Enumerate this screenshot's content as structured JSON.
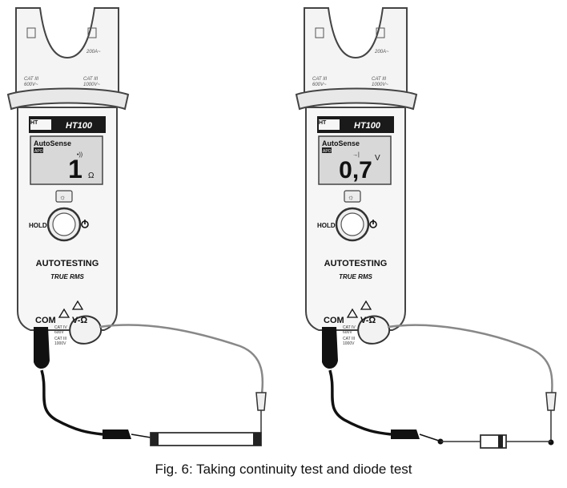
{
  "meters": [
    {
      "brand": "HT",
      "model": "HT100",
      "display": {
        "mode": "AutoSense",
        "apo": "APO",
        "annunciator": "•))",
        "reading": "1",
        "unit": "Ω"
      },
      "hold_label": "HOLD",
      "autotesting_label": "AUTOTESTING",
      "true_rms_label": "TRUE RMS",
      "com_label": "COM",
      "vohm_label": "V-Ω",
      "cat_jaw_left": [
        "CAT III",
        "600V~"
      ],
      "cat_jaw_right": [
        "CAT III",
        "1000V~"
      ],
      "jaw_rating": "200A~",
      "cat_terminal": [
        "CAT IV",
        "600V",
        "CAT III",
        "1000V"
      ],
      "device_under_test": "fuse"
    },
    {
      "brand": "HT",
      "model": "HT100",
      "display": {
        "mode": "AutoSense",
        "apo": "APO",
        "annunciator": "→|",
        "reading": "0,7",
        "unit": "V"
      },
      "hold_label": "HOLD",
      "autotesting_label": "AUTOTESTING",
      "true_rms_label": "TRUE RMS",
      "com_label": "COM",
      "vohm_label": "V-Ω",
      "cat_jaw_left": [
        "CAT III",
        "600V~"
      ],
      "cat_jaw_right": [
        "CAT III",
        "1000V~"
      ],
      "jaw_rating": "200A~",
      "cat_terminal": [
        "CAT IV",
        "600V",
        "CAT III",
        "1000V"
      ],
      "device_under_test": "diode"
    }
  ],
  "caption": "Fig. 6: Taking continuity test and diode test"
}
